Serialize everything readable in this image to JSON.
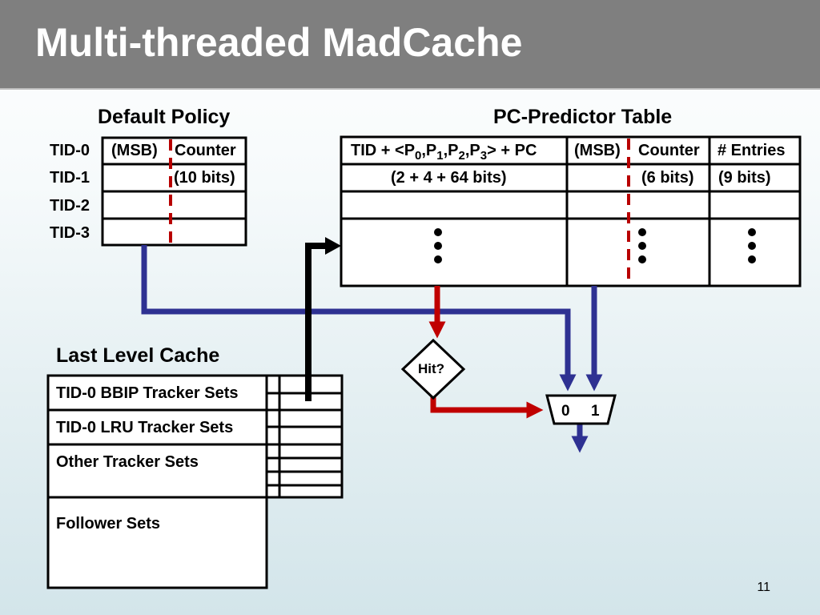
{
  "slide": {
    "title": "Multi-threaded MadCache",
    "page_number": "11"
  },
  "default_policy": {
    "heading": "Default Policy",
    "rows": [
      "TID-0",
      "TID-1",
      "TID-2",
      "TID-3"
    ],
    "msb_label": "(MSB)",
    "counter_label": "Counter",
    "bits_label": "(10 bits)"
  },
  "pc_table": {
    "heading": "PC-Predictor Table",
    "key_prefix": "TID + <P",
    "sub0": "0",
    "sub1": "1",
    "sub2": "2",
    "sub3": "3",
    "key_suffix": "> + PC",
    "key_bits": "(2 + 4 + 64 bits)",
    "msb_label": "(MSB)",
    "counter_label": "Counter",
    "counter_bits": "(6 bits)",
    "entries_label": "# Entries",
    "entries_bits": "(9 bits)"
  },
  "llc": {
    "heading": "Last Level Cache",
    "rows": [
      "TID-0 BBIP Tracker Sets",
      "TID-0 LRU Tracker Sets",
      "Other Tracker Sets",
      "Follower Sets"
    ]
  },
  "logic": {
    "hit_label": "Hit?",
    "mux_in0": "0",
    "mux_in1": "1"
  },
  "colors": {
    "blue": "#2e3192",
    "red": "#c00000",
    "dashed_red": "#b80000",
    "black": "#000000"
  }
}
